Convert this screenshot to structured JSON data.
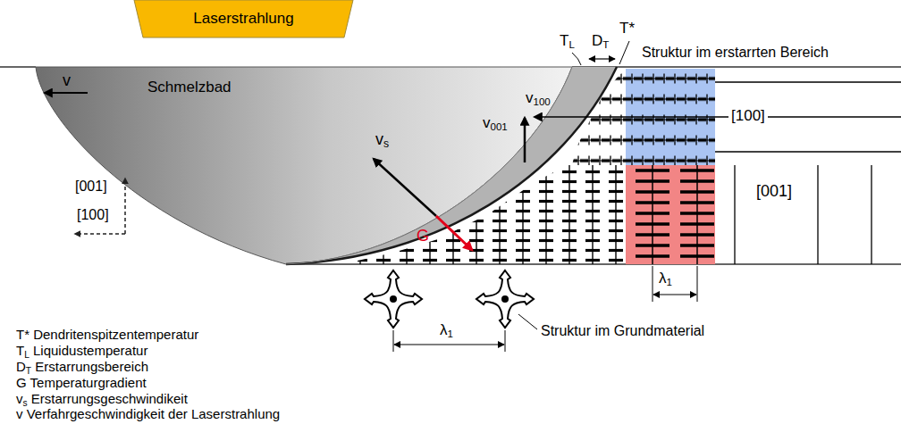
{
  "diagram": {
    "nodes": [
      {
        "text": [
          "Laserstrahlung"
        ]
      },
      {
        "text": [
          "Schmelzbad"
        ]
      }
    ],
    "labels": [
      "v",
      "TL",
      "DT",
      "T*",
      "Struktur im erstarrten Bereich",
      "v100",
      "[100]",
      "v001",
      "vs",
      "[001]",
      "[100]",
      "G",
      "[001]",
      "λ1",
      "λ1",
      "Struktur im Grundmaterial",
      "T* Dendritenspitzentemperatur",
      "TL Liquidustemperatur",
      "DT Erstarrungsbereich",
      "G Temperaturgradient",
      "vs Erstarrungsgeschwindikeit",
      "v Verfahrgeschwindigkeit der Laserstrahlung"
    ]
  }
}
